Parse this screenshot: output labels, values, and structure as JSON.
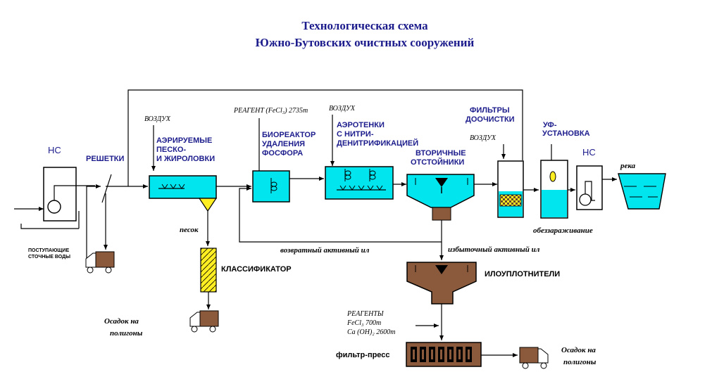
{
  "title": {
    "line1": "Технологическая схема",
    "line2": "Южно-Бутовских  очистных  сооружений"
  },
  "labels": {
    "ns_left": "НС",
    "ns_right": "НС",
    "reshetki": "РЕШЕТКИ",
    "vozdukh_1": "ВОЗДУХ",
    "vozdukh_2": "ВОЗДУХ",
    "vozdukh_3": "ВОЗДУХ",
    "aeriruemye_1": "АЭРИРУЕМЫЕ",
    "aeriruemye_2": "ПЕСКО-",
    "aeriruemye_3": "И ЖИРОЛОВКИ",
    "reagent_top": "РЕАГЕНТ (FeCl₃) 2735т",
    "bioreactor_1": "БИОРЕАКТОР",
    "bioreactor_2": "УДАЛЕНИЯ",
    "bioreactor_3": "ФОСФОРА",
    "aerotanks_1": "АЭРОТЕНКИ",
    "aerotanks_2": "С НИТРИ-",
    "aerotanks_3": "ДЕНИТРИФИКАЦИЕЙ",
    "secondary_1": "ВТОРИЧНЫЕ",
    "secondary_2": "ОТСТОЙНИКИ",
    "filters_1": "ФИЛЬТРЫ",
    "filters_2": "ДООЧИСТКИ",
    "uv_1": "УФ-",
    "uv_2": "УСТАНОВКА",
    "reka": "река",
    "pesok": "песок",
    "classifier": "КЛАССИФИКАТОР",
    "return_sludge": "возвратный  активный  ил",
    "excess_sludge": "избыточный  активный  ил",
    "thickeners": "ИЛОУПЛОТНИТЕЛИ",
    "disinfection": "обеззараживание",
    "incoming_1": "ПОСТУПАЮЩИЕ",
    "incoming_2": "СТОЧНЫЕ ВОДЫ",
    "sediment_left_1": "Осадок  на",
    "sediment_left_2": "полигоны",
    "sediment_right_1": "Осадок  на",
    "sediment_right_2": "полигоны",
    "reagents_1": "РЕАГЕНТЫ",
    "reagents_2": "FeCl₃ 700т",
    "reagents_3": "Ca (OH)₂ 2600т",
    "filter_press": "фильтр-пресс"
  },
  "colors": {
    "water": "#00e5ee",
    "sand": "#ffee22",
    "sludge": "#8b5a3c",
    "title": "#1c1c8c"
  },
  "icons": [
    "pump-icon",
    "mixer-icon",
    "truck-icon",
    "lamp-icon"
  ]
}
